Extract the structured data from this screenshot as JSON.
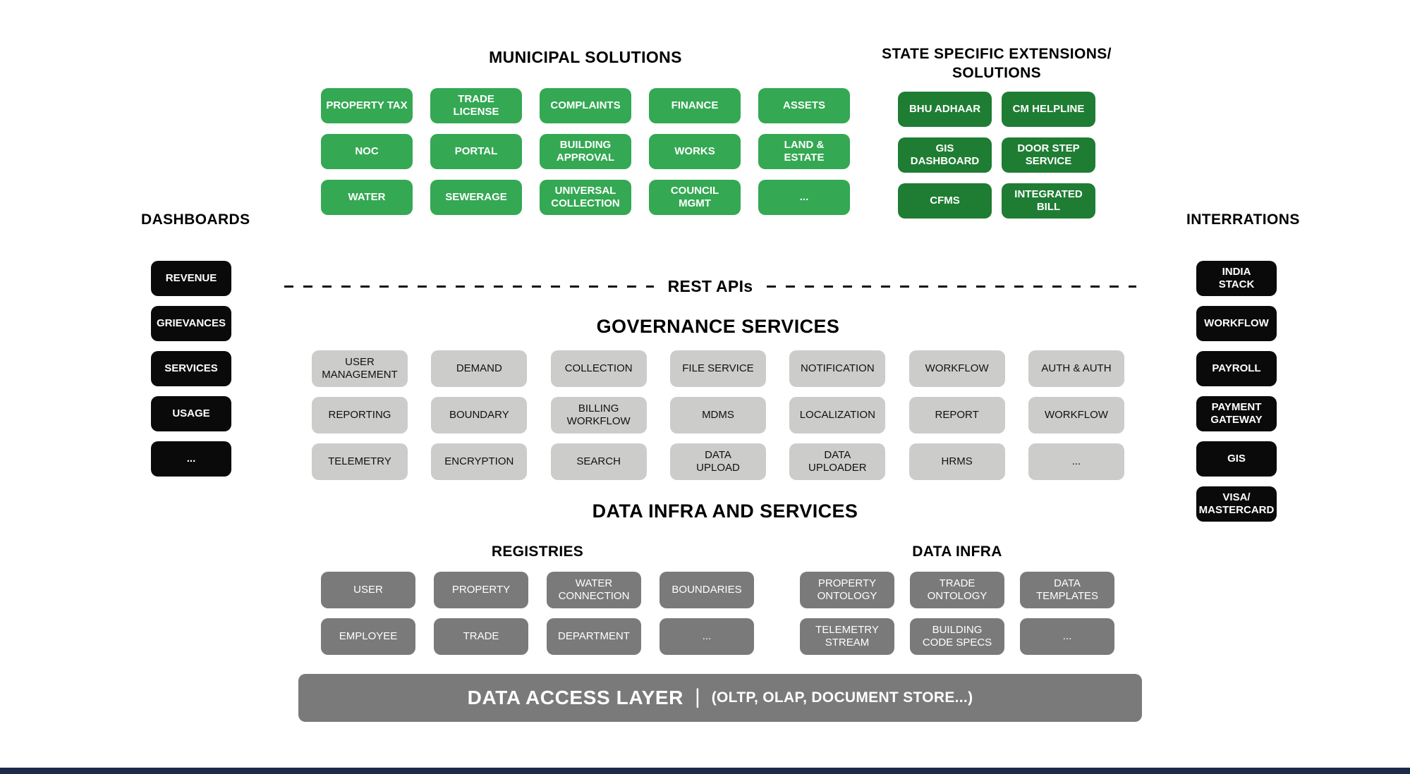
{
  "municipal": {
    "title": "MUNICIPAL SOLUTIONS",
    "items": [
      "PROPERTY TAX",
      "TRADE LICENSE",
      "COMPLAINTS",
      "FINANCE",
      "ASSETS",
      "NOC",
      "PORTAL",
      "BUILDING\nAPPROVAL",
      "WORKS",
      "LAND &\nESTATE",
      "WATER",
      "SEWERAGE",
      "UNIVERSAL\nCOLLECTION",
      "COUNCIL\nMGMT",
      "..."
    ]
  },
  "state": {
    "title": "STATE SPECIFIC EXTENSIONS/\nSOLUTIONS",
    "items": [
      "BHU ADHAAR",
      "CM HELPLINE",
      "GIS\nDASHBOARD",
      "DOOR STEP\nSERVICE",
      "CFMS",
      "INTEGRATED\nBILL"
    ]
  },
  "dashboards": {
    "title": "DASHBOARDS",
    "items": [
      "REVENUE",
      "GRIEVANCES",
      "SERVICES",
      "USAGE",
      "..."
    ]
  },
  "integrations": {
    "title": "INTERRATIONS",
    "items": [
      "INDIA\nSTACK",
      "WORKFLOW",
      "PAYROLL",
      "PAYMENT\nGATEWAY",
      "GIS",
      "VISA/\nMASTERCARD"
    ]
  },
  "rest": {
    "label": "REST APIs"
  },
  "governance": {
    "title": "GOVERNANCE SERVICES",
    "items": [
      "USER\nMANAGEMENT",
      "DEMAND",
      "COLLECTION",
      "FILE SERVICE",
      "NOTIFICATION",
      "WORKFLOW",
      "AUTH & AUTH",
      "REPORTING",
      "BOUNDARY",
      "BILLING\nWORKFLOW",
      "MDMS",
      "LOCALIZATION",
      "REPORT",
      "WORKFLOW",
      "TELEMETRY",
      "ENCRYPTION",
      "SEARCH",
      "DATA\nUPLOAD",
      "DATA\nUPLOADER",
      "HRMS",
      "..."
    ]
  },
  "data_infra_services": {
    "title": "DATA INFRA AND SERVICES",
    "registries": {
      "title": "REGISTRIES",
      "items": [
        "USER",
        "PROPERTY",
        "WATER\nCONNECTION",
        "BOUNDARIES",
        "EMPLOYEE",
        "TRADE",
        "DEPARTMENT",
        "..."
      ]
    },
    "infra": {
      "title": "DATA INFRA",
      "items": [
        "PROPERTY\nONTOLOGY",
        "TRADE\nONTOLOGY",
        "DATA\nTEMPLATES",
        "TELEMETRY\nSTREAM",
        "BUILDING\nCODE SPECS",
        "..."
      ]
    }
  },
  "data_access_layer": {
    "title": "DATA ACCESS LAYER",
    "separator": "|",
    "subtitle": "(OLTP, OLAP, DOCUMENT STORE...)"
  },
  "colors": {
    "municipal_green": "#34a853",
    "state_dark_green": "#1e7d33",
    "rail_black": "#0a0a0a",
    "services_light_gray": "#cccccb",
    "data_dark_gray": "#7a7a7a",
    "footer_bar_navy": "#1c2b4a",
    "background": "#ffffff"
  }
}
